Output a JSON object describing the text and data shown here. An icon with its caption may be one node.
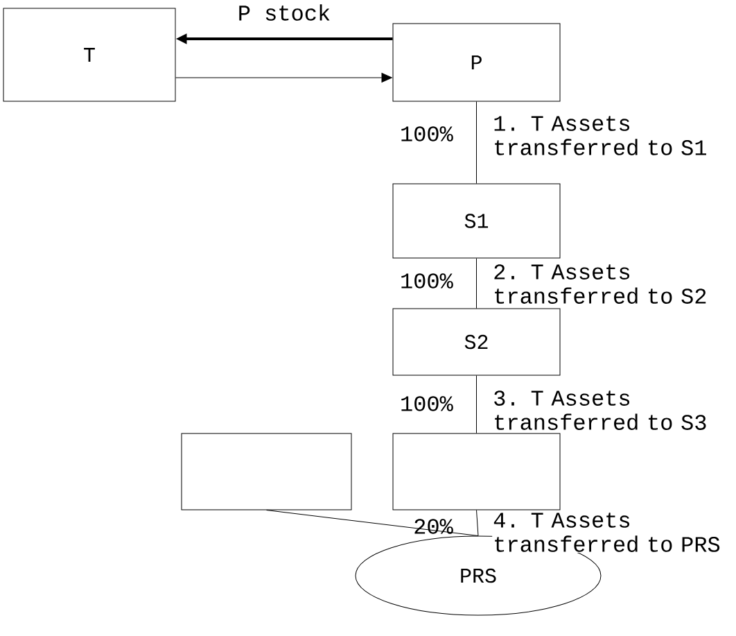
{
  "diagram": {
    "nodes": [
      {
        "text": [
          "T"
        ]
      },
      {
        "text": [
          "P"
        ]
      },
      {
        "text": [
          "S1"
        ]
      },
      {
        "text": [
          "S2"
        ]
      },
      {
        "text": [],
        "shape": "box"
      },
      {
        "text": [],
        "shape": "box"
      },
      {
        "text": [
          "PRS"
        ]
      }
    ],
    "edges": [
      {
        "from": 1,
        "to": 0,
        "arrow": "to",
        "label": "P stock",
        "style": "thick"
      },
      {
        "from": 0,
        "to": 1,
        "arrow": "to"
      },
      {
        "from": 1,
        "to": 2,
        "arrow": "none",
        "label": "1. T Assets transferred to S1"
      },
      {
        "from": 2,
        "to": 3,
        "arrow": "none",
        "label": "2. T Assets transferred to S2"
      },
      {
        "from": 3,
        "to": 5,
        "arrow": "none",
        "label": "3. T Assets transferred to S3"
      },
      {
        "from": 5,
        "to": 6,
        "arrow": "none",
        "label": "4. T Assets transferred to PRS"
      },
      {
        "from": 4,
        "to": 6,
        "arrow": "none"
      }
    ],
    "labels": [
      "100%",
      "100%",
      "100%",
      "20%"
    ]
  }
}
